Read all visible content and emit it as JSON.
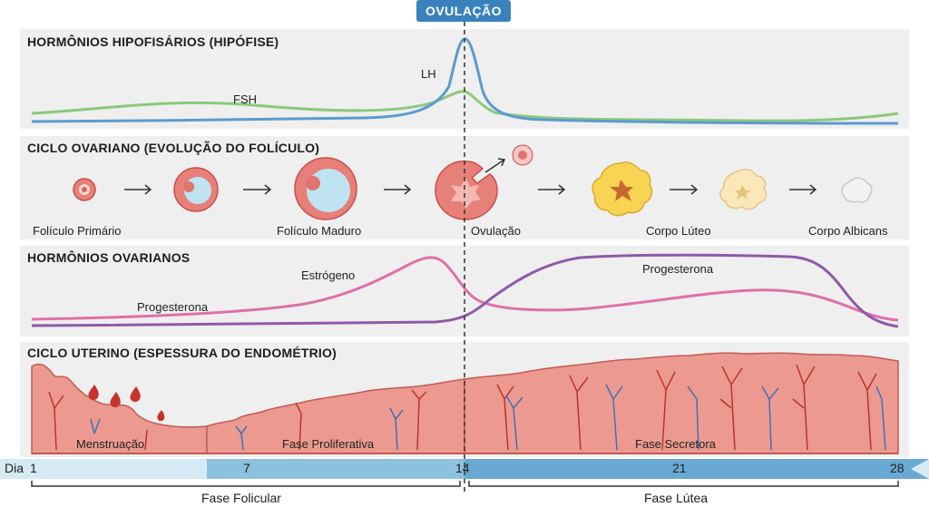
{
  "ovulation_badge": "OVULAÇÃO",
  "panels": {
    "pituitary": {
      "title": "HORMÔNIOS HIPOFISÁRIOS (HIPÓFISE)",
      "lh_label": "LH",
      "fsh_label": "FSH"
    },
    "ovarian": {
      "title": "CICLO OVARIANO (EVOLUÇÃO DO FOLÍCULO)",
      "stages": [
        "Folículo Primário",
        "Folículo Maduro",
        "Ovulação",
        "Corpo Lúteo",
        "Corpo Albicans"
      ]
    },
    "ovarian_hormones": {
      "title": "HORMÔNIOS OVARIANOS",
      "estrogen_label": "Estrógeno",
      "progesterone_label_left": "Progesterona",
      "progesterone_label_right": "Progesterona"
    },
    "uterine": {
      "title": "CICLO UTERINO (ESPESSURA DO ENDOMÉTRIO)",
      "phases": [
        "Menstruação",
        "Fase Proliferativa",
        "Fase Secretora"
      ]
    }
  },
  "timeline": {
    "prefix": "Dia",
    "days": [
      "1",
      "7",
      "14",
      "21",
      "28"
    ]
  },
  "phases": {
    "follicular": "Fase Folicular",
    "luteal": "Fase Lútea"
  },
  "colors": {
    "lh": "#5b9bd0",
    "fsh": "#8cc97a",
    "estrogen": "#e06fa8",
    "progesterone": "#8e5aa8",
    "ovulation_badge": "#3a82bd",
    "endometrium": "#ec9a90"
  }
}
